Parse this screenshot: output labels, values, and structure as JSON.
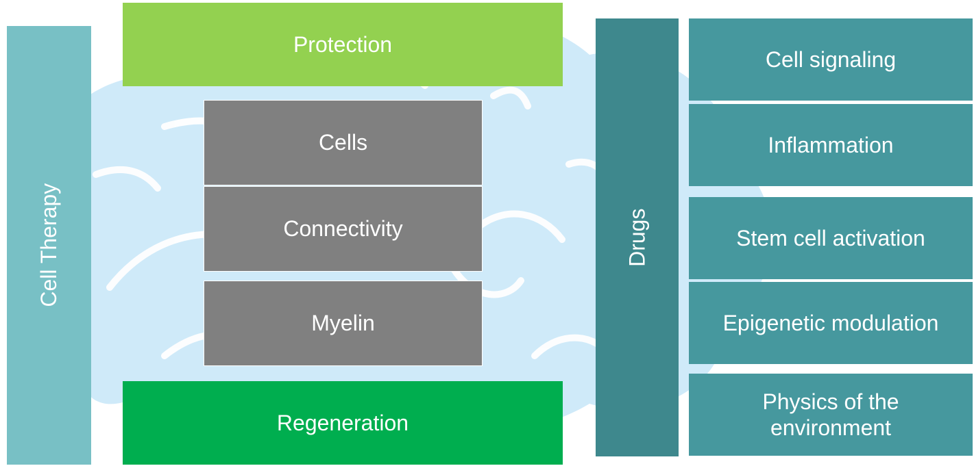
{
  "left_bar": {
    "label": "Cell Therapy"
  },
  "top_box": {
    "label": "Protection"
  },
  "middle_boxes": [
    {
      "label": "Cells"
    },
    {
      "label": "Connectivity"
    },
    {
      "label": "Myelin"
    }
  ],
  "bottom_box": {
    "label": "Regeneration"
  },
  "drugs_bar": {
    "label": "Drugs"
  },
  "drug_targets": [
    {
      "label": "Cell signaling"
    },
    {
      "label": "Inflammation"
    },
    {
      "label": "Stem cell activation"
    },
    {
      "label": "Epigenetic modulation"
    },
    {
      "label": "Physics of the environment"
    }
  ],
  "colors": {
    "cell_therapy_bar": "#78c0c5",
    "protection": "#93d150",
    "regeneration": "#00ae4f",
    "gray_boxes": "#808080",
    "drugs_bar": "#3e888d",
    "drug_target_boxes": "#46989e",
    "background_brain": "#cfeaf9"
  }
}
